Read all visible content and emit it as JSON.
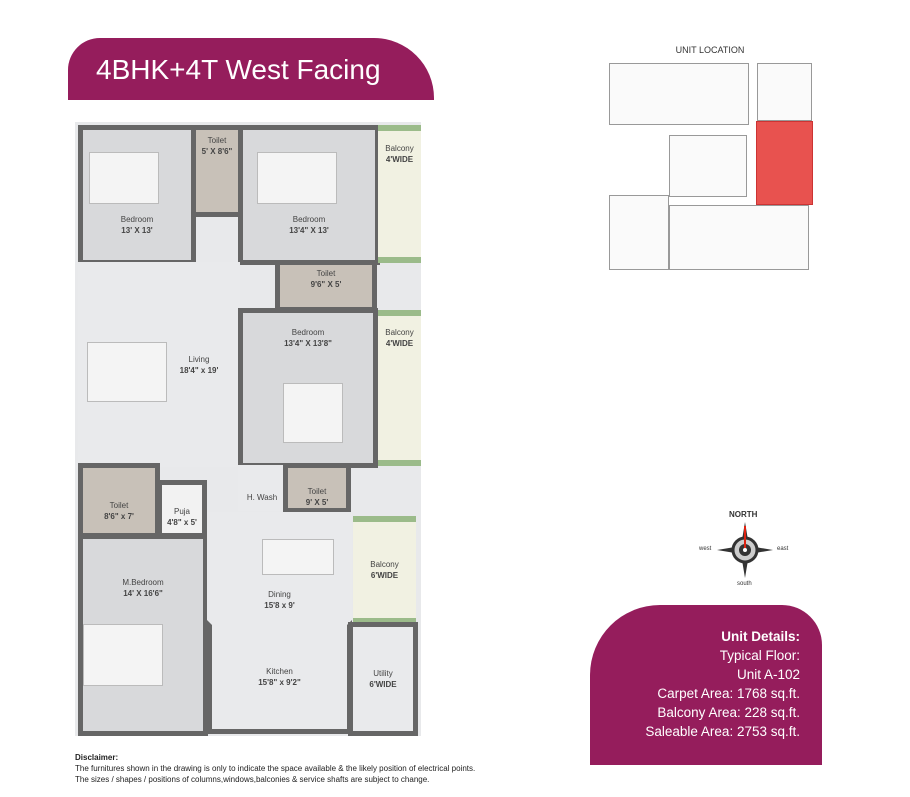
{
  "title": "4BHK+4T West Facing",
  "rooms": {
    "bedroom1": {
      "name": "Bedroom",
      "dim": "13' X 13'"
    },
    "toilet1": {
      "name": "Toilet",
      "dim": "5' X 8'6\""
    },
    "bedroom2": {
      "name": "Bedroom",
      "dim": "13'4\" X 13'"
    },
    "balcony1": {
      "name": "Balcony",
      "dim": "4'WIDE"
    },
    "toilet2": {
      "name": "Toilet",
      "dim": "9'6\" X 5'"
    },
    "living": {
      "name": "Living",
      "dim": "18'4\" x 19'"
    },
    "bedroom3": {
      "name": "Bedroom",
      "dim": "13'4\" X 13'8\""
    },
    "balcony2": {
      "name": "Balcony",
      "dim": "4'WIDE"
    },
    "toilet3": {
      "name": "Toilet",
      "dim": "8'6\" x 7'"
    },
    "puja": {
      "name": "Puja",
      "dim": "4'8\" x 5'"
    },
    "hwash": {
      "name": "H. Wash"
    },
    "toilet4": {
      "name": "Toilet",
      "dim": "9' X 5'"
    },
    "mbedroom": {
      "name": "M.Bedroom",
      "dim": "14' X 16'6\""
    },
    "dining": {
      "name": "Dining",
      "dim": "15'8 x 9'"
    },
    "balcony3": {
      "name": "Balcony",
      "dim": "6'WIDE"
    },
    "kitchen": {
      "name": "Kitchen",
      "dim": "15'8\" x 9'2\""
    },
    "utility": {
      "name": "Utility",
      "dim": "6'WIDE"
    }
  },
  "unit_location": {
    "title": "UNIT LOCATION",
    "highlight_color": "#e8524f"
  },
  "compass": {
    "north": "NORTH",
    "south": "south",
    "east": "east",
    "west": "west"
  },
  "details": {
    "heading": "Unit Details:",
    "floor": "Typical Floor:",
    "unit": "Unit A-102",
    "carpet": "Carpet Area: 1768 sq.ft.",
    "balcony": "Balcony Area: 228 sq.ft.",
    "saleable": "Saleable Area: 2753 sq.ft."
  },
  "disclaimer": {
    "heading": "Disclaimer:",
    "line1": "The furnitures shown in the drawing is only to indicate the space available & the likely position of electrical points.",
    "line2": "The sizes / shapes / positions of columns,windows,balconies & service shafts are subject to change."
  },
  "colors": {
    "brand": "#951d5c"
  }
}
